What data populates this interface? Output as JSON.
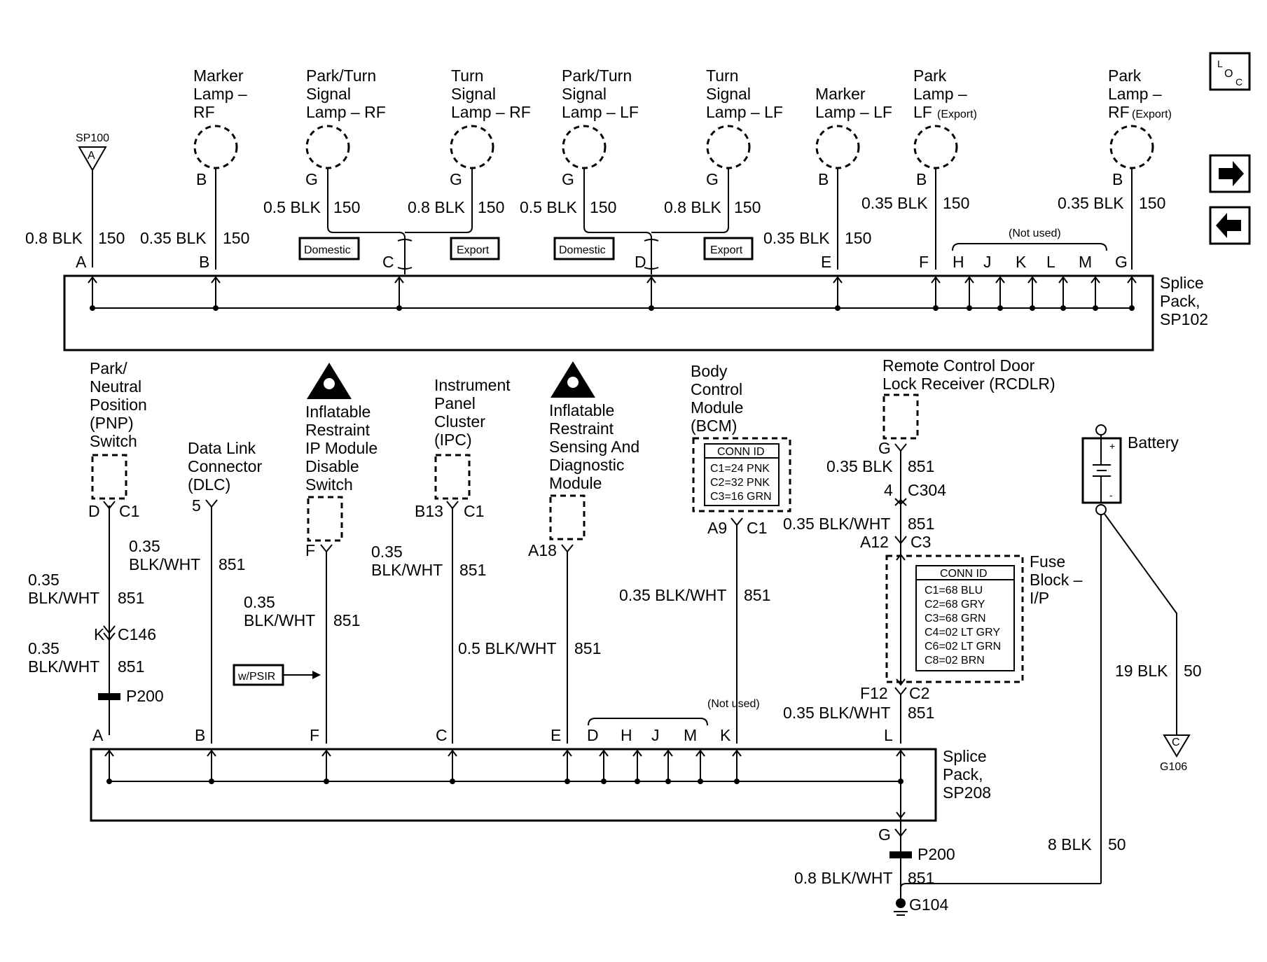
{
  "nav": {
    "loc_icon": "loc-icon",
    "next_icon": "arrow-right-icon",
    "prev_icon": "arrow-left-icon",
    "loc_l": "L",
    "loc_o": "O",
    "loc_c": "C"
  },
  "top_components": {
    "marker_rf": [
      "Marker",
      "Lamp –",
      "RF"
    ],
    "park_turn_rf": [
      "Park/Turn",
      "Signal",
      "Lamp – RF"
    ],
    "turn_rf": [
      "Turn",
      "Signal",
      "Lamp – RF"
    ],
    "park_turn_lf": [
      "Park/Turn",
      "Signal",
      "Lamp – LF"
    ],
    "turn_lf": [
      "Turn",
      "Signal",
      "Lamp – LF"
    ],
    "marker_lf": [
      "Marker",
      "Lamp – LF"
    ],
    "park_lf": [
      "Park",
      "Lamp –",
      "LF",
      "(Export)"
    ],
    "park_rf": [
      "Park",
      "Lamp –",
      "RF",
      "(Export)"
    ]
  },
  "sp100": {
    "name": "SP100",
    "letter": "A"
  },
  "pins_top": {
    "B": "B",
    "G": "G"
  },
  "wires_top": {
    "a": [
      "0.8 BLK",
      "150"
    ],
    "b": [
      "0.35 BLK",
      "150"
    ],
    "c1": [
      "0.5 BLK",
      "150"
    ],
    "c2": [
      "0.8 BLK",
      "150"
    ],
    "d1": [
      "0.5 BLK",
      "150"
    ],
    "d2": [
      "0.8 BLK",
      "150"
    ],
    "e": [
      "0.35 BLK",
      "150"
    ],
    "f": [
      "0.35 BLK",
      "150"
    ],
    "g": [
      "0.35 BLK",
      "150"
    ]
  },
  "options": {
    "domestic": "Domestic",
    "export": "Export",
    "not_used": "(Not used)"
  },
  "sp102": {
    "label": [
      "Splice",
      "Pack,",
      "SP102"
    ],
    "pins": [
      "A",
      "B",
      "C",
      "D",
      "E",
      "F",
      "H",
      "J",
      "K",
      "L",
      "M",
      "G"
    ]
  },
  "mid_components": {
    "pnp": [
      "Park/",
      "Neutral",
      "Position",
      "(PNP)",
      "Switch"
    ],
    "dlc": [
      "Data Link",
      "Connector",
      "(DLC)"
    ],
    "ir_disable": [
      "Inflatable",
      "Restraint",
      "IP Module",
      "Disable",
      "Switch"
    ],
    "ipc": [
      "Instrument",
      "Panel",
      "Cluster",
      "(IPC)"
    ],
    "sdm": [
      "Inflatable",
      "Restraint",
      "Sensing And",
      "Diagnostic",
      "Module"
    ],
    "bcm": [
      "Body",
      "Control",
      "Module",
      "(BCM)"
    ],
    "rcdlr": [
      "Remote Control Door",
      "Lock Receiver (RCDLR)"
    ],
    "battery": "Battery",
    "fuse_block": [
      "Fuse",
      "Block –",
      "I/P"
    ]
  },
  "bcm_conn": {
    "title": "CONN ID",
    "rows": [
      "C1=24 PNK",
      "C2=32 PNK",
      "C3=16 GRN"
    ]
  },
  "fuse_conn": {
    "title": "CONN ID",
    "rows": [
      "C1=68 BLU",
      "C2=68 GRY",
      "C3=68 GRN",
      "C4=02 LT GRY",
      "C6=02 LT GRN",
      "C8=02 BRN"
    ]
  },
  "mid_pins": {
    "pnp": [
      "D",
      "C1"
    ],
    "dlc": "5",
    "ir": "F",
    "ipc": [
      "B13",
      "C1"
    ],
    "sdm": "A18",
    "bcm": [
      "A9",
      "C1"
    ],
    "rcdlr": "G",
    "c304": [
      "4",
      "C304"
    ],
    "c3": [
      "A12",
      "C3"
    ],
    "c2": [
      "F12",
      "C2"
    ],
    "c146": [
      "K",
      "C146"
    ],
    "p200": "P200",
    "p200b": "P200",
    "g104": "G104",
    "gpin": "G"
  },
  "mid_wires": {
    "pnp1": [
      "0.35",
      "BLK/WHT",
      "851"
    ],
    "pnp2": [
      "0.35",
      "BLK/WHT",
      "851"
    ],
    "dlc": [
      "0.35",
      "BLK/WHT",
      "851"
    ],
    "ir": [
      "0.35",
      "BLK/WHT",
      "851"
    ],
    "ipc": [
      "0.35",
      "BLK/WHT",
      "851"
    ],
    "sdm": [
      "0.5 BLK/WHT",
      "851"
    ],
    "bcm": [
      "0.35 BLK/WHT",
      "851"
    ],
    "rcdlr": [
      "0.35 BLK",
      "851"
    ],
    "c304": [
      "0.35 BLK/WHT",
      "851"
    ],
    "fuse_out": [
      "0.35 BLK/WHT",
      "851"
    ],
    "ground": [
      "0.8 BLK/WHT",
      "851"
    ],
    "batt1": [
      "19 BLK",
      "50"
    ],
    "batt2": [
      "8 BLK",
      "50"
    ]
  },
  "wpsir": "w/PSIR",
  "sp208": {
    "label": [
      "Splice",
      "Pack,",
      "SP208"
    ],
    "pins": [
      "A",
      "B",
      "F",
      "C",
      "E",
      "D",
      "H",
      "J",
      "M",
      "K",
      "L"
    ]
  },
  "g106": {
    "name": "G106",
    "letter": "C"
  }
}
